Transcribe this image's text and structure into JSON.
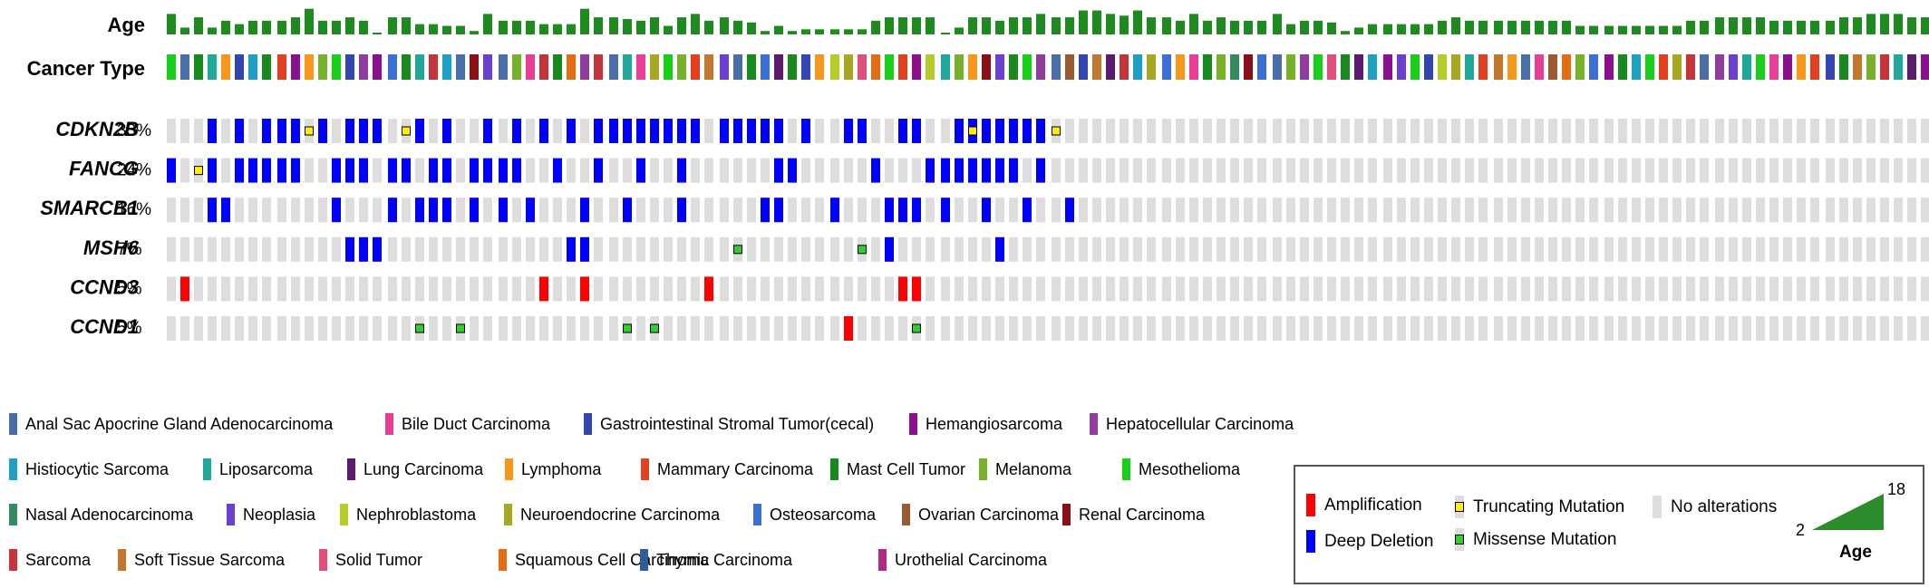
{
  "chart_data": {
    "type": "heatmap",
    "tracks": {
      "age_label": "Age",
      "cancer_type_label": "Cancer Type"
    },
    "sample_count": 128,
    "age_range": [
      2,
      18
    ],
    "age": [
      12,
      4,
      10,
      4,
      8,
      6,
      8,
      8,
      8,
      10,
      15,
      8,
      8,
      10,
      8,
      0,
      10,
      10,
      6,
      6,
      5,
      5,
      2,
      12,
      8,
      8,
      8,
      6,
      6,
      6,
      15,
      10,
      10,
      9,
      8,
      10,
      5,
      10,
      12,
      8,
      10,
      8,
      7,
      2,
      5,
      2,
      3,
      3,
      3,
      3,
      3,
      8,
      10,
      10,
      10,
      10,
      0,
      4,
      10,
      10,
      8,
      10,
      10,
      12,
      10,
      10,
      14,
      14,
      12,
      11,
      14,
      10,
      10,
      8,
      12,
      8,
      10,
      8,
      8,
      8,
      12,
      6,
      8,
      8,
      7,
      2,
      4,
      6,
      6,
      6,
      6,
      6,
      8,
      10,
      8,
      8,
      8,
      8,
      8,
      8,
      8,
      8,
      5,
      5,
      5,
      5,
      5,
      5,
      5,
      5,
      8,
      8,
      10,
      10,
      10,
      10,
      8,
      8,
      8,
      8,
      8,
      10,
      10,
      12,
      12,
      12,
      10,
      10,
      8,
      8
    ],
    "cancer_type_index": [
      12,
      0,
      10,
      6,
      8,
      2,
      5,
      10,
      9,
      3,
      8,
      11,
      12,
      2,
      4,
      3,
      17,
      10,
      6,
      20,
      5,
      0,
      19,
      14,
      0,
      11,
      1,
      20,
      10,
      23,
      4,
      20,
      0,
      6,
      1,
      16,
      12,
      11,
      9,
      21,
      14,
      0,
      10,
      17,
      7,
      10,
      2,
      8,
      15,
      16,
      22,
      23,
      12,
      9,
      3,
      15,
      6,
      11,
      8,
      19,
      14,
      10,
      12,
      4,
      0,
      18,
      2,
      21,
      7,
      20,
      5,
      16,
      17,
      8,
      1,
      10,
      11,
      13,
      19,
      17,
      0,
      11,
      4,
      12,
      22,
      10,
      7,
      5,
      3,
      14,
      12,
      2,
      15,
      16,
      6,
      9,
      21,
      8,
      0,
      1,
      18,
      23,
      11,
      17,
      3,
      10,
      5,
      12,
      9,
      16,
      20,
      0,
      4,
      14,
      6,
      12,
      1,
      3,
      8,
      9,
      2,
      10,
      21,
      11,
      20,
      6,
      7,
      3
    ],
    "genes": [
      "CDKN2B",
      "FANCG",
      "SMARCB1",
      "MSH6",
      "CCND3",
      "CCND1"
    ],
    "alteration_frequencies": [
      "33%",
      "24%",
      "16%",
      "7%",
      "5%",
      "5%"
    ],
    "alterations": {
      "CDKN2B": {
        "deep_deletion": [
          3,
          5,
          7,
          8,
          9,
          11,
          13,
          14,
          15,
          18,
          20,
          23,
          25,
          27,
          29,
          31,
          32,
          33,
          34,
          35,
          36,
          37,
          38,
          40,
          41,
          42,
          43,
          44,
          46,
          49,
          50,
          53,
          54,
          57,
          58,
          59,
          60,
          61,
          62,
          63
        ],
        "truncating": [
          10,
          17,
          58,
          64
        ]
      },
      "FANCG": {
        "deep_deletion": [
          0,
          3,
          5,
          6,
          7,
          8,
          9,
          12,
          13,
          14,
          16,
          17,
          19,
          20,
          22,
          23,
          24,
          25,
          28,
          31,
          34,
          37,
          44,
          45,
          51,
          55,
          56,
          57,
          58,
          59,
          60,
          61,
          63
        ],
        "truncating": [
          2
        ]
      },
      "SMARCB1": {
        "deep_deletion": [
          3,
          4,
          12,
          16,
          18,
          19,
          20,
          22,
          24,
          26,
          30,
          33,
          37,
          43,
          44,
          48,
          52,
          53,
          54,
          56,
          59,
          62,
          65
        ]
      },
      "MSH6": {
        "deep_deletion": [
          13,
          14,
          15,
          29,
          30,
          52,
          60
        ],
        "missense": [
          41,
          50
        ]
      },
      "CCND3": {
        "amplification": [
          1,
          27,
          30,
          39,
          53,
          54
        ]
      },
      "CCND1": {
        "amplification": [
          49
        ],
        "missense": [
          18,
          21,
          33,
          35,
          54
        ]
      }
    },
    "cancer_types": [
      {
        "name": "Anal Sac Apocrine Gland Adenocarcinoma",
        "color": "#4a6eaa"
      },
      {
        "name": "Bile Duct Carcinoma",
        "color": "#e83e95"
      },
      {
        "name": "Gastrointestinal Stromal Tumor(cecal)",
        "color": "#3446b0"
      },
      {
        "name": "Hemangiosarcoma",
        "color": "#8b0f8e"
      },
      {
        "name": "Hepatocellular Carcinoma",
        "color": "#8f3c9c"
      },
      {
        "name": "Histiocytic Sarcoma",
        "color": "#1e9fc4"
      },
      {
        "name": "Liposarcoma",
        "color": "#20a89b"
      },
      {
        "name": "Lung Carcinoma",
        "color": "#5a1a6e"
      },
      {
        "name": "Lymphoma",
        "color": "#f7981c"
      },
      {
        "name": "Mammary Carcinoma",
        "color": "#e2401f"
      },
      {
        "name": "Mast Cell Tumor",
        "color": "#17891d"
      },
      {
        "name": "Melanoma",
        "color": "#77b22a"
      },
      {
        "name": "Mesothelioma",
        "color": "#19cf19"
      },
      {
        "name": "Nasal Adenocarcinoma",
        "color": "#338a5f"
      },
      {
        "name": "Neoplasia",
        "color": "#6b3fcf"
      },
      {
        "name": "Nephroblastoma",
        "color": "#b6cc29"
      },
      {
        "name": "Neuroendocrine Carcinoma",
        "color": "#a8a820"
      },
      {
        "name": "Osteosarcoma",
        "color": "#3c6fd6"
      },
      {
        "name": "Ovarian Carcinoma",
        "color": "#9b5a31"
      },
      {
        "name": "Renal Carcinoma",
        "color": "#8a0f16"
      },
      {
        "name": "Sarcoma",
        "color": "#c5343a"
      },
      {
        "name": "Soft Tissue Sarcoma",
        "color": "#c1772e"
      },
      {
        "name": "Solid Tumor",
        "color": "#e04f7c"
      },
      {
        "name": "Squamous Cell Carcinoma",
        "color": "#e46d13"
      },
      {
        "name": "Thymic Carcinoma",
        "color": "#2f5d95"
      },
      {
        "name": "Urothelial Carcinoma",
        "color": "#b02984"
      }
    ],
    "alteration_legend": {
      "amplification": {
        "label": "Amplification",
        "color": "#ff0000"
      },
      "deep_deletion": {
        "label": "Deep Deletion",
        "color": "#0000ff"
      },
      "truncating": {
        "label": "Truncating Mutation",
        "color": "#ffee00"
      },
      "missense": {
        "label": "Missense Mutation",
        "color": "#33cc33"
      },
      "no_alteration": {
        "label": "No alterations",
        "color": "#dddddd"
      }
    },
    "age_legend": {
      "min": "2",
      "max": "18",
      "label": "Age",
      "color": "#2b8c2b"
    }
  }
}
